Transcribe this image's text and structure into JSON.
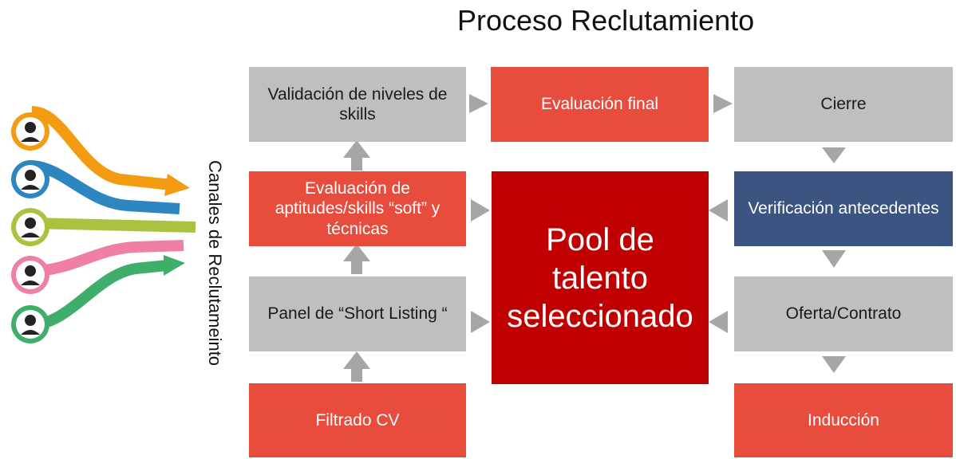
{
  "title": "Proceso Reclutamiento",
  "side_label": "Canales de Reclutameinto",
  "boxes": {
    "validacion": "Validación de niveles de skills",
    "evaluacion_final": "Evaluación final",
    "cierre": "Cierre",
    "evaluacion_aptitudes": "Evaluación de aptitudes/skills “soft” y técnicas",
    "pool": "Pool de talento seleccionado",
    "verificacion": "Verificación antecedentes",
    "panel": "Panel de “Short Listing “",
    "oferta": "Oferta/Contrato",
    "filtrado": "Filtrado CV",
    "induccion": "Inducción"
  },
  "channels": [
    {
      "icon": "man-avatar-icon",
      "color": "#f39c12"
    },
    {
      "icon": "woman-avatar-icon",
      "color": "#2e86c1"
    },
    {
      "icon": "glasses-avatar-icon",
      "color": "#a9c23f"
    },
    {
      "icon": "woman-avatar-icon",
      "color": "#ef7fa3"
    },
    {
      "icon": "glasses-man-avatar-icon",
      "color": "#3fae6b"
    }
  ],
  "colors": {
    "gray": "#bfbfbf",
    "red": "#e84c3d",
    "navy": "#3d5480",
    "pool": "#c00000",
    "arrow": "#a6a6a6"
  }
}
